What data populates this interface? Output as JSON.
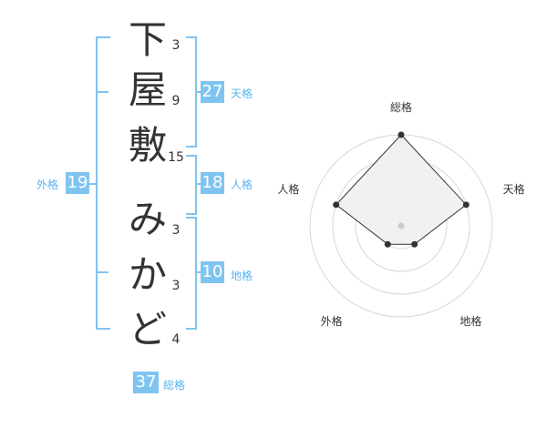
{
  "name_chars": [
    {
      "char": "下",
      "strokes": "3"
    },
    {
      "char": "屋",
      "strokes": "9"
    },
    {
      "char": "敷",
      "strokes": "15"
    },
    {
      "char": "み",
      "strokes": "3"
    },
    {
      "char": "か",
      "strokes": "3"
    },
    {
      "char": "ど",
      "strokes": "4"
    }
  ],
  "kakusu": {
    "tenkaku": {
      "label": "天格",
      "value": "27"
    },
    "jinkaku": {
      "label": "人格",
      "value": "18"
    },
    "chikaku": {
      "label": "地格",
      "value": "10"
    },
    "gaikaku": {
      "label": "外格",
      "value": "19"
    },
    "soukaku": {
      "label": "総格",
      "value": "37"
    }
  },
  "radar": {
    "axes": [
      "総格",
      "天格",
      "地格",
      "外格",
      "人格"
    ],
    "levels": 4,
    "values": [
      4,
      3,
      1,
      1,
      3
    ],
    "colors": {
      "fill": "#f0f0f0",
      "stroke": "#333333",
      "grid": "#d8d8d8",
      "center": "#cccccc",
      "point": "#333333"
    }
  }
}
